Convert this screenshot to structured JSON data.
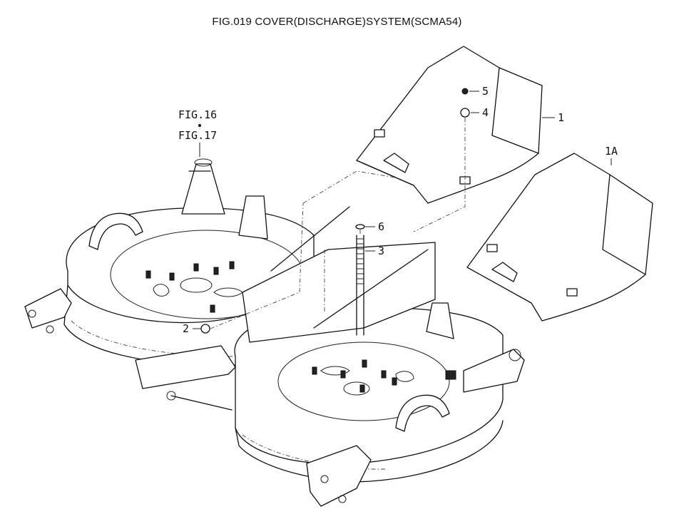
{
  "title": "FIG.019  COVER(DISCHARGE)SYSTEM(SCMA54)",
  "references": [
    "FIG.16",
    "FIG.17"
  ],
  "callouts": [
    {
      "label": "1",
      "part": "discharge-cover"
    },
    {
      "label": "1A",
      "part": "discharge-cover-alt"
    },
    {
      "label": "2",
      "part": "nut"
    },
    {
      "label": "3",
      "part": "stud-bolt"
    },
    {
      "label": "4",
      "part": "nut"
    },
    {
      "label": "5",
      "part": "nut-small"
    },
    {
      "label": "6",
      "part": "washer"
    }
  ]
}
